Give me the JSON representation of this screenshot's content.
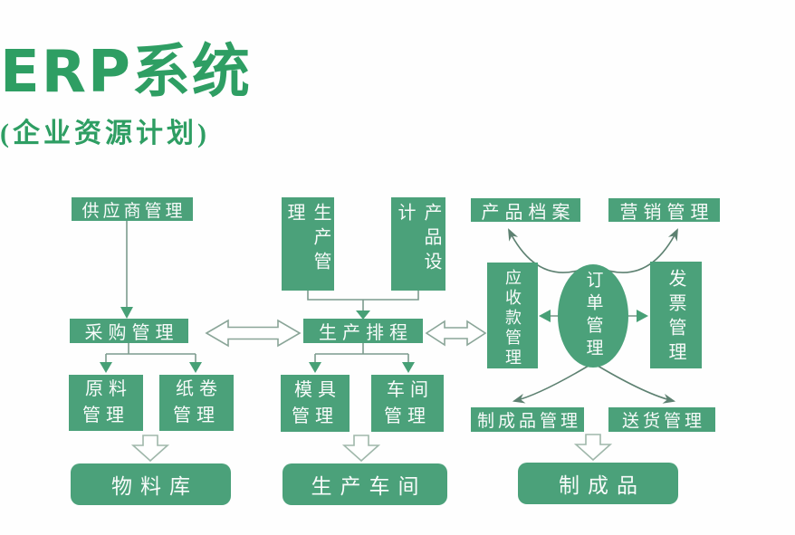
{
  "title": "ERP系统",
  "subtitle": "(企业资源计划)",
  "colors": {
    "box_green": "#4ba17a",
    "title_green": "#2e9e63",
    "connector_line": "#7c9b8d",
    "curve_line": "#5d8171",
    "text_on_box": "#ffffff"
  },
  "nodes": {
    "supplier": "供应商管理",
    "production_mgmt": "生产管理",
    "product_design": "产品设计",
    "product_archive": "产品档案",
    "marketing": "营销管理",
    "purchasing": "采购管理",
    "scheduling": "生产排程",
    "receivables": "应收款管理",
    "orders": "订单管理",
    "invoice": "发票管理",
    "raw_material": "原料管理",
    "paper_roll": "纸卷管理",
    "mold": "模具管理",
    "workshop": "车间管理",
    "finished_mgmt": "制成品管理",
    "delivery": "送货管理",
    "material_store": "物料库",
    "production_floor": "生产车间",
    "finished_goods": "制成品"
  }
}
